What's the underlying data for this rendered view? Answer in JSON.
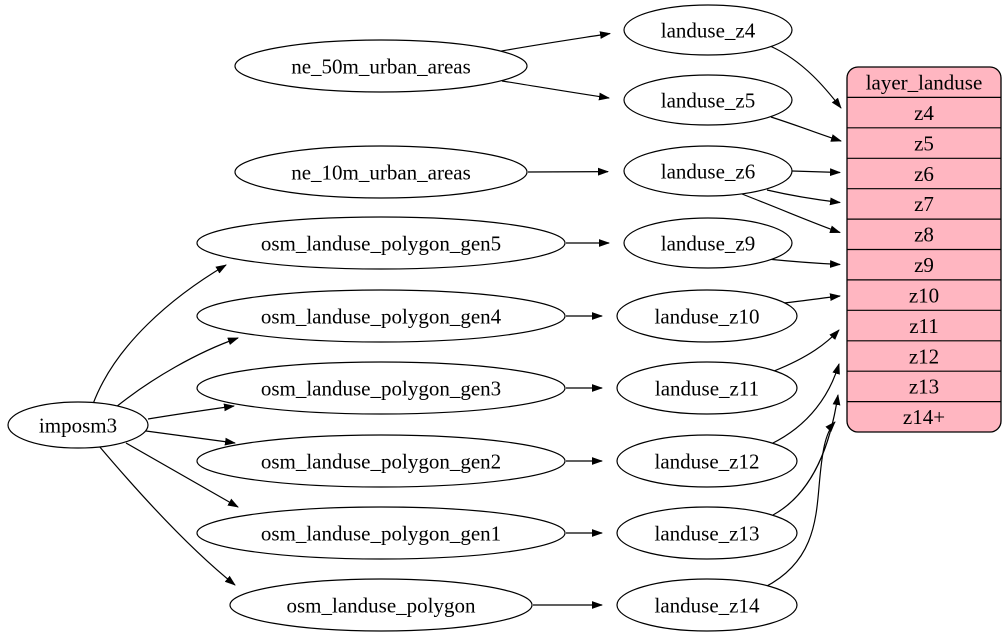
{
  "diagram": {
    "type": "dependency-graph",
    "background_color": "#ffffff",
    "node_fill_color": "#ffffff",
    "edge_color": "#000000",
    "nodes": {
      "imposm3": {
        "label": "imposm3"
      },
      "ne_50m_urban_areas": {
        "label": "ne_50m_urban_areas"
      },
      "ne_10m_urban_areas": {
        "label": "ne_10m_urban_areas"
      },
      "osm_landuse_polygon_gen5": {
        "label": "osm_landuse_polygon_gen5"
      },
      "osm_landuse_polygon_gen4": {
        "label": "osm_landuse_polygon_gen4"
      },
      "osm_landuse_polygon_gen3": {
        "label": "osm_landuse_polygon_gen3"
      },
      "osm_landuse_polygon_gen2": {
        "label": "osm_landuse_polygon_gen2"
      },
      "osm_landuse_polygon_gen1": {
        "label": "osm_landuse_polygon_gen1"
      },
      "osm_landuse_polygon": {
        "label": "osm_landuse_polygon"
      },
      "landuse_z4": {
        "label": "landuse_z4"
      },
      "landuse_z5": {
        "label": "landuse_z5"
      },
      "landuse_z6": {
        "label": "landuse_z6"
      },
      "landuse_z9": {
        "label": "landuse_z9"
      },
      "landuse_z10": {
        "label": "landuse_z10"
      },
      "landuse_z11": {
        "label": "landuse_z11"
      },
      "landuse_z12": {
        "label": "landuse_z12"
      },
      "landuse_z13": {
        "label": "landuse_z13"
      },
      "landuse_z14": {
        "label": "landuse_z14"
      }
    },
    "table": {
      "title": "layer_landuse",
      "fill_color": "#ffb6c1",
      "rows": [
        "z4",
        "z5",
        "z6",
        "z7",
        "z8",
        "z9",
        "z10",
        "z11",
        "z12",
        "z13",
        "z14+"
      ]
    },
    "edges": [
      {
        "from": "imposm3",
        "to": "osm_landuse_polygon_gen5"
      },
      {
        "from": "imposm3",
        "to": "osm_landuse_polygon_gen4"
      },
      {
        "from": "imposm3",
        "to": "osm_landuse_polygon_gen3"
      },
      {
        "from": "imposm3",
        "to": "osm_landuse_polygon_gen2"
      },
      {
        "from": "imposm3",
        "to": "osm_landuse_polygon_gen1"
      },
      {
        "from": "imposm3",
        "to": "osm_landuse_polygon"
      },
      {
        "from": "ne_50m_urban_areas",
        "to": "landuse_z4"
      },
      {
        "from": "ne_50m_urban_areas",
        "to": "landuse_z5"
      },
      {
        "from": "ne_10m_urban_areas",
        "to": "landuse_z6"
      },
      {
        "from": "osm_landuse_polygon_gen5",
        "to": "landuse_z9"
      },
      {
        "from": "osm_landuse_polygon_gen4",
        "to": "landuse_z10"
      },
      {
        "from": "osm_landuse_polygon_gen3",
        "to": "landuse_z11"
      },
      {
        "from": "osm_landuse_polygon_gen2",
        "to": "landuse_z12"
      },
      {
        "from": "osm_landuse_polygon_gen1",
        "to": "landuse_z13"
      },
      {
        "from": "osm_landuse_polygon",
        "to": "landuse_z14"
      },
      {
        "from": "landuse_z4",
        "to": "layer_landuse.z4"
      },
      {
        "from": "landuse_z5",
        "to": "layer_landuse.z5"
      },
      {
        "from": "landuse_z6",
        "to": "layer_landuse.z6"
      },
      {
        "from": "landuse_z6",
        "to": "layer_landuse.z7"
      },
      {
        "from": "landuse_z6",
        "to": "layer_landuse.z8"
      },
      {
        "from": "landuse_z9",
        "to": "layer_landuse.z9"
      },
      {
        "from": "landuse_z10",
        "to": "layer_landuse.z10"
      },
      {
        "from": "landuse_z11",
        "to": "layer_landuse.z11"
      },
      {
        "from": "landuse_z12",
        "to": "layer_landuse.z12"
      },
      {
        "from": "landuse_z13",
        "to": "layer_landuse.z13"
      },
      {
        "from": "landuse_z14",
        "to": "layer_landuse.z14+"
      }
    ]
  }
}
